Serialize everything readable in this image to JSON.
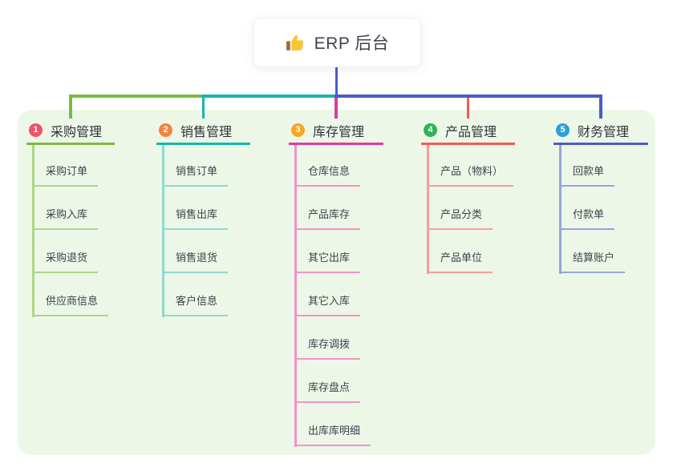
{
  "root": {
    "label": "ERP 后台",
    "icon": "thumbs-up",
    "line_color": "#4a5cc6"
  },
  "panel": {
    "background_color": "#ecf7e8"
  },
  "branches": [
    {
      "number": "1",
      "label": "采购管理",
      "badge_color": "#f2506b",
      "line_color": "#7cb942",
      "child_line_color": "#abd786",
      "children": [
        "采购订单",
        "采购入库",
        "采购退货",
        "供应商信息"
      ]
    },
    {
      "number": "2",
      "label": "销售管理",
      "badge_color": "#f6823c",
      "line_color": "#14b8ab",
      "child_line_color": "#8fd9d1",
      "children": [
        "销售订单",
        "销售出库",
        "销售退货",
        "客户信息"
      ]
    },
    {
      "number": "3",
      "label": "库存管理",
      "badge_color": "#f7a723",
      "line_color": "#de3a9f",
      "child_line_color": "#f493c6",
      "children": [
        "仓库信息",
        "产品库存",
        "其它出库",
        "其它入库",
        "库存调拨",
        "库存盘点",
        "出库库明细"
      ]
    },
    {
      "number": "4",
      "label": "产品管理",
      "badge_color": "#2fb356",
      "line_color": "#f25b52",
      "child_line_color": "#f79e97",
      "children": [
        "产品（物料）",
        "产品分类",
        "产品单位"
      ]
    },
    {
      "number": "5",
      "label": "财务管理",
      "badge_color": "#2b9fdb",
      "line_color": "#4a5cc6",
      "child_line_color": "#98a3de",
      "children": [
        "回款单",
        "付款单",
        "结算账户"
      ]
    }
  ]
}
